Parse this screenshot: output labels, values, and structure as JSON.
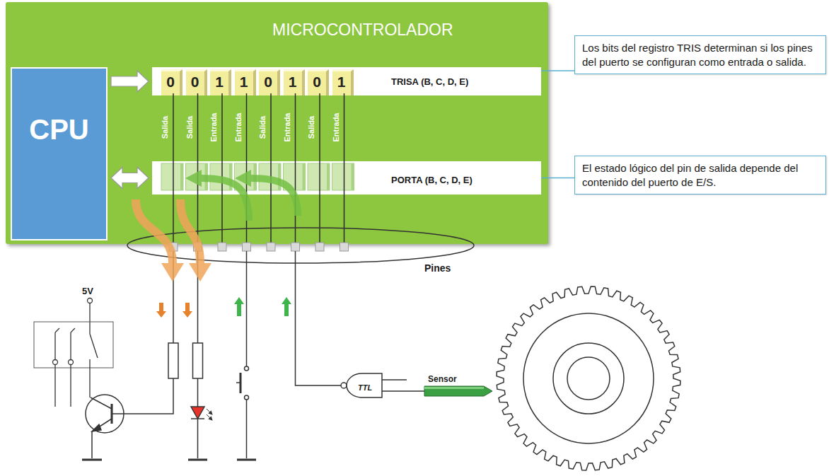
{
  "diagram": {
    "nodes": [
      {
        "text": [
          "MICROCONTROLADOR"
        ]
      },
      {
        "text": [
          "CPU"
        ],
        "in": 0
      },
      {
        "text": [
          "TRISA (B, C, D, E)"
        ],
        "in": 0
      },
      {
        "text": [
          "0"
        ],
        "in": 2
      },
      {
        "text": [
          "0"
        ],
        "in": 2
      },
      {
        "text": [
          "1"
        ],
        "in": 2
      },
      {
        "text": [
          "1"
        ],
        "in": 2
      },
      {
        "text": [
          "0"
        ],
        "in": 2
      },
      {
        "text": [
          "1"
        ],
        "in": 2
      },
      {
        "text": [
          "0"
        ],
        "in": 2
      },
      {
        "text": [
          "1"
        ],
        "in": 2
      },
      {
        "text": [
          "PORTA (B, C, D, E)"
        ],
        "in": 0
      },
      {
        "text": [
          "Los bits del registro TRIS determinan si los pines del puerto se configuran como entrada o salida."
        ]
      },
      {
        "text": [
          "El estado lógico del pin de salida depende del contenido del puerto de E/S."
        ]
      }
    ],
    "edges": [
      {
        "from": 1,
        "to": 2,
        "arrow": "to"
      },
      {
        "from": 1,
        "to": 11,
        "arrow": "both"
      },
      {
        "from": 12,
        "to": 2,
        "arrow": "none"
      },
      {
        "from": 13,
        "to": 11,
        "arrow": "none"
      }
    ],
    "labels": [
      "Salida",
      "Salida",
      "Entrada",
      "Entrada",
      "Salida",
      "Entrada",
      "Salida",
      "Entrada",
      "Pines",
      "5V",
      "TTL",
      "Sensor"
    ]
  }
}
